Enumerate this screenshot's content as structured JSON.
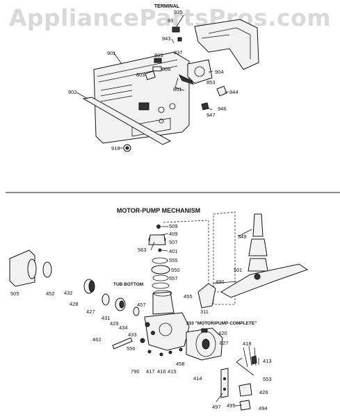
{
  "watermark": "AppliancePartsPros.com",
  "headings": {
    "terminal": "TERMINAL",
    "motor_pump_mechanism": "MOTOR-PUMP MECHANISM",
    "tub_bottom": "TUB BOTTOM",
    "motor_pump_complete": "310 \"MOTOR/PUMP COMPLETE\""
  },
  "top_labels": [
    {
      "id": "935",
      "text": "935"
    },
    {
      "id": "93x",
      "text": "93"
    },
    {
      "id": "943",
      "text": "943"
    },
    {
      "id": "901",
      "text": "901"
    },
    {
      "id": "805",
      "text": "805"
    },
    {
      "id": "837",
      "text": "837"
    },
    {
      "id": "806",
      "text": "806"
    },
    {
      "id": "803",
      "text": "803"
    },
    {
      "id": "904",
      "text": "904"
    },
    {
      "id": "853",
      "text": "853"
    },
    {
      "id": "861",
      "text": "861"
    },
    {
      "id": "902",
      "text": "902"
    },
    {
      "id": "844",
      "text": "844"
    },
    {
      "id": "946",
      "text": "946"
    },
    {
      "id": "947",
      "text": "947"
    },
    {
      "id": "910",
      "text": "910"
    }
  ],
  "bottom_labels": [
    {
      "id": "509",
      "text": "509"
    },
    {
      "id": "409",
      "text": "409"
    },
    {
      "id": "507",
      "text": "507"
    },
    {
      "id": "563",
      "text": "563"
    },
    {
      "id": "401",
      "text": "401"
    },
    {
      "id": "555",
      "text": "555"
    },
    {
      "id": "550",
      "text": "550"
    },
    {
      "id": "557",
      "text": "557"
    },
    {
      "id": "549",
      "text": "549"
    },
    {
      "id": "501",
      "text": "501"
    },
    {
      "id": "505",
      "text": "505"
    },
    {
      "id": "452",
      "text": "452"
    },
    {
      "id": "432",
      "text": "432"
    },
    {
      "id": "428",
      "text": "428"
    },
    {
      "id": "427",
      "text": "427"
    },
    {
      "id": "431",
      "text": "431"
    },
    {
      "id": "429",
      "text": "429"
    },
    {
      "id": "434",
      "text": "434"
    },
    {
      "id": "457",
      "text": "457"
    },
    {
      "id": "455",
      "text": "455"
    },
    {
      "id": "480",
      "text": "480"
    },
    {
      "id": "311",
      "text": "311"
    },
    {
      "id": "433",
      "text": "433"
    },
    {
      "id": "420",
      "text": "420"
    },
    {
      "id": "827",
      "text": "827"
    },
    {
      "id": "462",
      "text": "462"
    },
    {
      "id": "556",
      "text": "556"
    },
    {
      "id": "458",
      "text": "458"
    },
    {
      "id": "790",
      "text": "790"
    },
    {
      "id": "417",
      "text": "417"
    },
    {
      "id": "416",
      "text": "416"
    },
    {
      "id": "415",
      "text": "415"
    },
    {
      "id": "414",
      "text": "414"
    },
    {
      "id": "418",
      "text": "418"
    },
    {
      "id": "413",
      "text": "413"
    },
    {
      "id": "553",
      "text": "553"
    },
    {
      "id": "426",
      "text": "426"
    },
    {
      "id": "497",
      "text": "497"
    },
    {
      "id": "495",
      "text": "495"
    },
    {
      "id": "494",
      "text": "494"
    }
  ]
}
